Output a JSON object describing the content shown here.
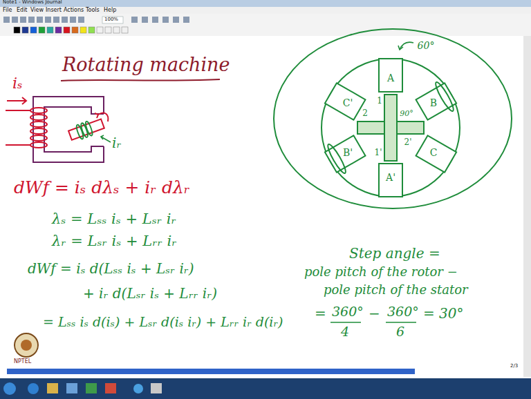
{
  "diagram": {
    "title": "Rotating machine",
    "labels": [
      "Note1 - Windows Journal",
      "File",
      "Edit",
      "View",
      "Insert",
      "Actions",
      "Tools",
      "Help",
      "100%",
      "iₛ",
      "iᵣ",
      "dWf = iₛ dλₛ + iᵣ dλᵣ",
      "λₛ = Lₛₛ iₛ + Lₛᵣ iᵣ",
      "λᵣ = Lₛᵣ iₛ + Lᵣᵣ iᵣ",
      "dWf = iₛ d(Lₛₛ iₛ + Lₛᵣ iᵣ)",
      "+ iᵣ d(Lₛᵣ iₛ + Lᵣᵣ iᵣ)",
      "= Lₛₛ iₛ d(iₛ) + Lₛᵣ d(iₛ iᵣ) + Lᵣᵣ iᵣ d(iᵣ)",
      "60°",
      "A",
      "B",
      "C",
      "A'",
      "B'",
      "C'",
      "1",
      "1'",
      "2",
      "2'",
      "90°",
      "Step angle =",
      "pole pitch of the rotor −",
      "pole pitch of the stator",
      "=",
      "360°",
      "4",
      "−",
      "360°",
      "6",
      "= 30°",
      "NPTEL",
      "2/3"
    ]
  }
}
